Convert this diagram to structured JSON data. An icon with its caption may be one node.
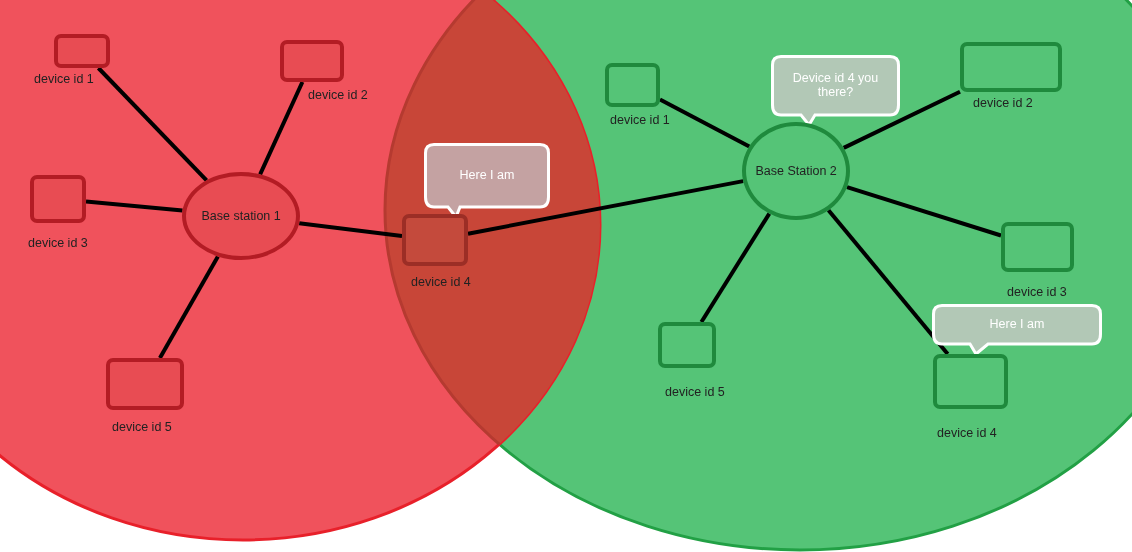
{
  "diagram": {
    "nodes": [
      {
        "text": [
          "device id 1"
        ]
      },
      {
        "text": [
          "device id 2"
        ]
      },
      {
        "text": [
          "device id 3"
        ]
      },
      {
        "text": [
          "Base station 1"
        ]
      },
      {
        "text": [
          "device id 5"
        ]
      },
      {
        "text": [
          "Here I am"
        ]
      },
      {
        "text": [
          "device id 4"
        ]
      },
      {
        "text": [
          "device id 1"
        ]
      },
      {
        "text": [
          "Device id 4 you there?"
        ]
      },
      {
        "text": [
          "device id 2"
        ]
      },
      {
        "text": [
          "Base Station 2"
        ]
      },
      {
        "text": [
          "device id 3"
        ]
      },
      {
        "text": [
          "Here I am"
        ]
      },
      {
        "text": [
          "device id 5"
        ]
      },
      {
        "text": [
          "device id 4"
        ]
      }
    ],
    "edges": [
      {
        "from": 3,
        "to": 0,
        "arrow": "none"
      },
      {
        "from": 3,
        "to": 1,
        "arrow": "none"
      },
      {
        "from": 3,
        "to": 2,
        "arrow": "none"
      },
      {
        "from": 3,
        "to": 4,
        "arrow": "none"
      },
      {
        "from": 3,
        "to": 6,
        "arrow": "none"
      },
      {
        "from": 6,
        "to": 10,
        "arrow": "none"
      },
      {
        "from": 10,
        "to": 7,
        "arrow": "none"
      },
      {
        "from": 10,
        "to": 9,
        "arrow": "none"
      },
      {
        "from": 10,
        "to": 11,
        "arrow": "none"
      },
      {
        "from": 10,
        "to": 13,
        "arrow": "none"
      },
      {
        "from": 10,
        "to": 14,
        "arrow": "none"
      }
    ]
  }
}
